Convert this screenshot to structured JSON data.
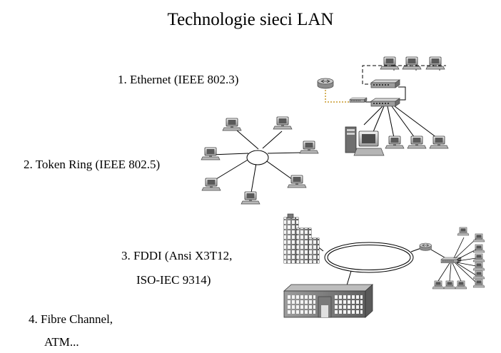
{
  "title": "Technologie sieci LAN",
  "items": [
    {
      "line1": "1. Ethernet (IEEE 802.3)"
    },
    {
      "line1": "2. Token Ring (IEEE 802.5)"
    },
    {
      "line1": "3. FDDI (Ansi X3T12,",
      "line2": "ISO-IEC 9314)"
    },
    {
      "line1": "4. Fibre Channel,",
      "line2": "ATM..."
    }
  ],
  "icons": [
    "router-icon",
    "hub-icon",
    "switch-icon",
    "server-icon",
    "workstation-icon",
    "office-tower-icon",
    "office-building-icon"
  ]
}
